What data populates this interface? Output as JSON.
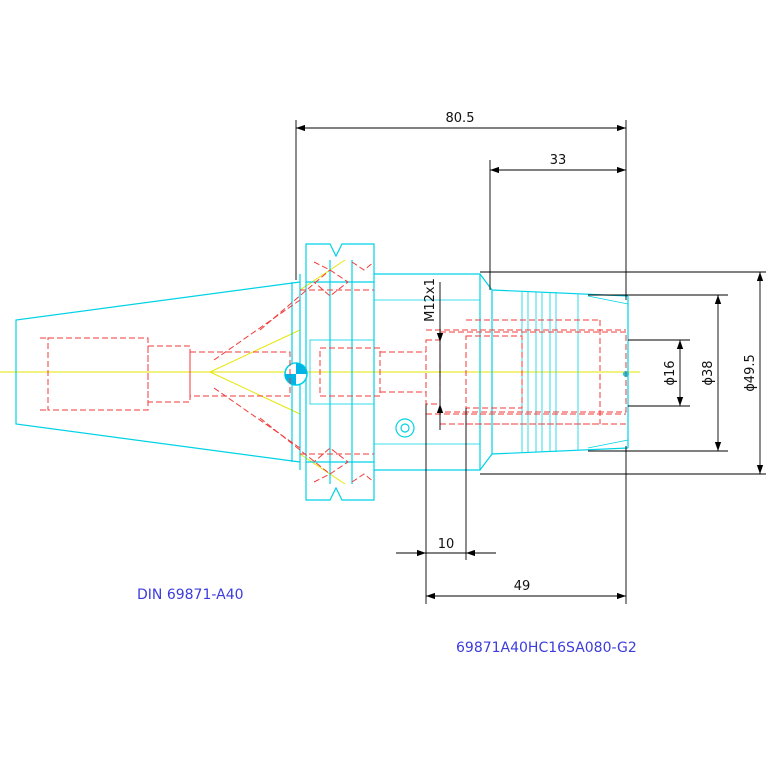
{
  "dimensions": {
    "total_length": "80.5",
    "front_length": "33",
    "collet_diameter": "ϕ16",
    "nose_diameter": "ϕ38",
    "body_diameter": "ϕ49.5",
    "thread": "M12x1",
    "thread_depth": "10",
    "gauge_length": "49"
  },
  "labels": {
    "standard": "DIN 69871-A40",
    "part_number": "69871A40HC16SA080-G2"
  },
  "colors": {
    "outline": "#00d2e6",
    "hidden_lines": "#f23a3a",
    "center_line": "#e6e600",
    "dimensions": "#000000",
    "label_text": "#3c3cdc"
  }
}
